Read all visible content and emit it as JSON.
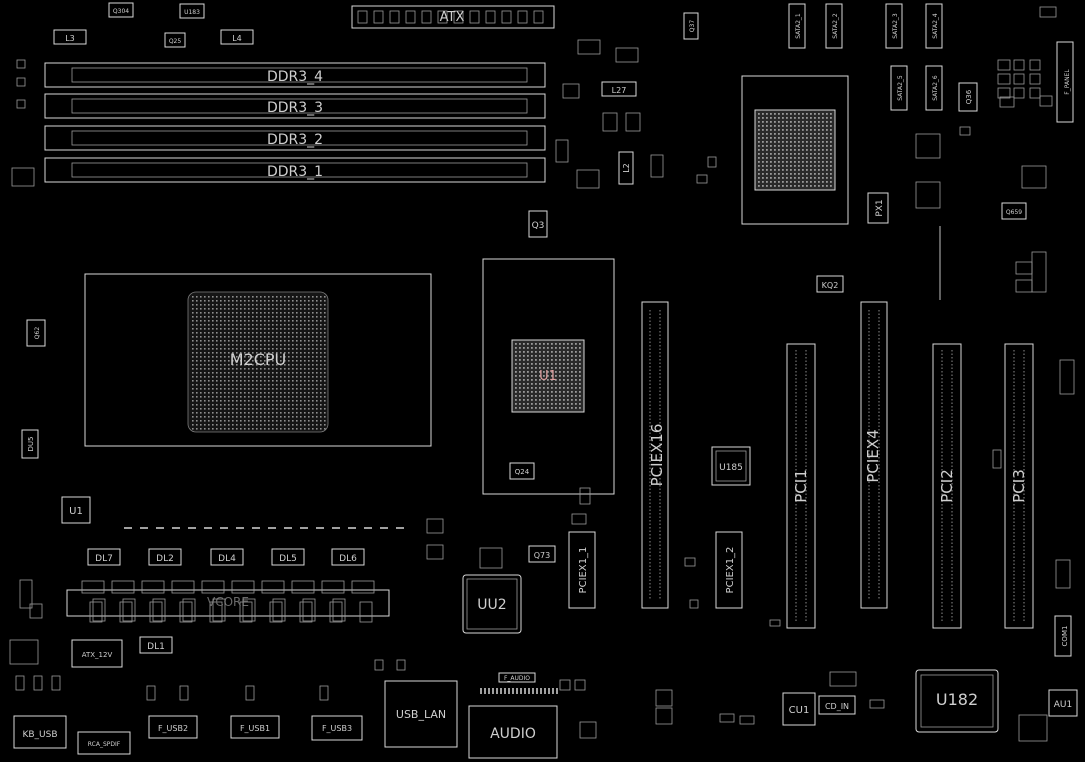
{
  "colors": {
    "background": "#000000",
    "outline": "#d9d9d9",
    "pin": "#a0a0a0",
    "label": "#cfcfcf"
  },
  "labels": {
    "atx": "ATX",
    "ddr4": "DDR3_4",
    "ddr3": "DDR3_3",
    "ddr2": "DDR3_2",
    "ddr1": "DDR3_1",
    "m2cpu": "M2CPU",
    "pciex16": "PCIEX16",
    "pci1": "PCI1",
    "pciex4": "PCIEX4",
    "pci2": "PCI2",
    "pci3": "PCI3",
    "pciex1_1": "PCIEX1_1",
    "pciex1_2": "PCIEX1_2",
    "uu2": "UU2",
    "u182": "U182",
    "u185": "U185",
    "usb_lan": "USB_LAN",
    "audio": "AUDIO",
    "f_audio": "F_AUDIO",
    "kb_usb": "KB_USB",
    "rca_spdif": "RCA_SPDIF",
    "f_usb2": "F_USB2",
    "f_usb1": "F_USB1",
    "f_usb3": "F_USB3",
    "atx_12v": "ATX_12V",
    "cd_in": "CD_IN",
    "cu1": "CU1",
    "au1": "AU1",
    "u1": "U1",
    "dl1": "DL1",
    "dl2": "DL2",
    "dl4": "DL4",
    "dl5": "DL5",
    "dl6": "DL6",
    "dl7": "DL7",
    "du5": "DU5",
    "q3": "Q3",
    "q73": "Q73",
    "q24": "Q24",
    "q62": "Q62",
    "q36": "Q36",
    "q37": "Q37",
    "q659": "Q659",
    "kq2": "KQ2",
    "px1": "PX1",
    "l2": "L2",
    "l3": "L3",
    "l4": "L4",
    "l27": "L27",
    "vcore": "VCORE",
    "com1": "COM1",
    "f_panel": "F_PANEL",
    "sata1": "SATA2_1",
    "sata2": "SATA2_2",
    "sata3": "SATA2_3",
    "sata4": "SATA2_4",
    "sata5": "SATA2_5",
    "sata6": "SATA2_6",
    "q25": "Q25",
    "u183": "U183",
    "q304": "Q304"
  }
}
